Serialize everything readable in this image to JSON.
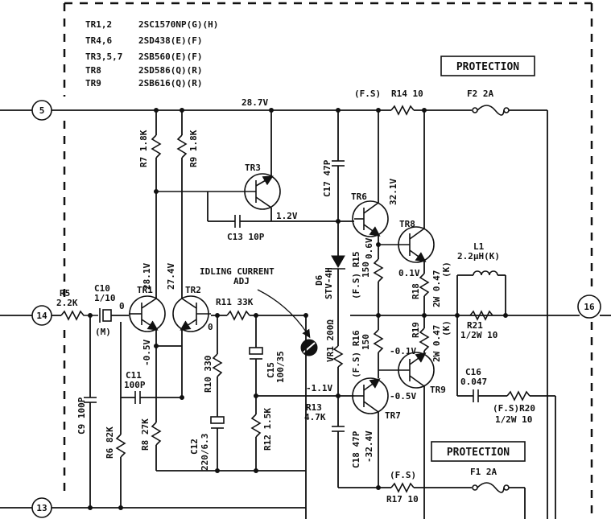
{
  "legend": [
    {
      "id": "TR1,2",
      "part": "2SC1570NP(G)(H)"
    },
    {
      "id": "TR4,6",
      "part": "2SD438(E)(F)"
    },
    {
      "id": "TR3,5,7",
      "part": "2SB560(E)(F)"
    },
    {
      "id": "TR8",
      "part": "2SD586(Q)(R)"
    },
    {
      "id": "TR9",
      "part": "2SB616(Q)(R)"
    }
  ],
  "terminals": {
    "t5": "5",
    "t14": "14",
    "t13": "13",
    "t16": "16"
  },
  "boxes": {
    "protection_top": "PROTECTION",
    "protection_bottom": "PROTECTION"
  },
  "voltages": {
    "rail_top": "28.7V",
    "tr3_out": "1.2V",
    "tr6_c": "32.1V",
    "tr1_c": "28.1V",
    "tr1_e": "-0.5V",
    "tr2_c": "27.4V",
    "r15_v": "0.6V",
    "tr8_v": "0.1V",
    "tr9_b": "-0.1V",
    "tr7_b": "-1.1V",
    "tr7_e": "-0.5V",
    "tr7_c": "-32.4V",
    "tr1_b0": "0",
    "tr2_b0": "0"
  },
  "components": {
    "r7": "R7 1.8K",
    "r9": "R9 1.8K",
    "tr3": "TR3",
    "c13": "C13 10P",
    "c17": "C17 47P",
    "fs_top": "(F.S)",
    "r14": "R14 10",
    "f2": "F2 2A",
    "tr6": "TR6",
    "tr8": "TR8",
    "d6": "D6",
    "d6_part": "STV-4H",
    "r15": "(F.S) R15",
    "r15_val": "150",
    "r18": "R18",
    "r18_val": "2W 0.47",
    "r18_k": "(K)",
    "l1": "L1",
    "l1_val": "2.2μH(K)",
    "r21": "R21",
    "r21_val": "1/2W 10",
    "idle1": "IDLING CURRENT",
    "idle2": "ADJ",
    "vr1": "VR1 200Ω",
    "r16": "(F.S) R16",
    "r16_val": "150",
    "r19": "R19",
    "r19_val": "2W 0.47",
    "r19_k": "(K)",
    "tr9": "TR9",
    "c16": "C16",
    "c16_val": "0.047",
    "r20": "(F.S)R20",
    "r20_val": "1/2W 10",
    "r5": "R5",
    "r5_val": "2.2K",
    "c10": "C10",
    "c10_val": "1/10",
    "c10_m": "(M)",
    "tr1": "TR1",
    "tr2": "TR2",
    "r11": "R11 33K",
    "c15": "C15",
    "c15_val": "100/35",
    "c11": "C11",
    "c11_val": "100P",
    "r10": "R10 330",
    "c9": "C9 100P",
    "r6": "R6 82K",
    "r8": "R8 27K",
    "c12": "C12",
    "c12_val": "220/6.3",
    "r12": "R12 1.5K",
    "r13": "R13",
    "r13_val": "4.7K",
    "tr7": "TR7",
    "c18": "C18 47P",
    "fs_bot": "(F.S)",
    "r17": "R17 10",
    "f1": "F1 2A"
  }
}
